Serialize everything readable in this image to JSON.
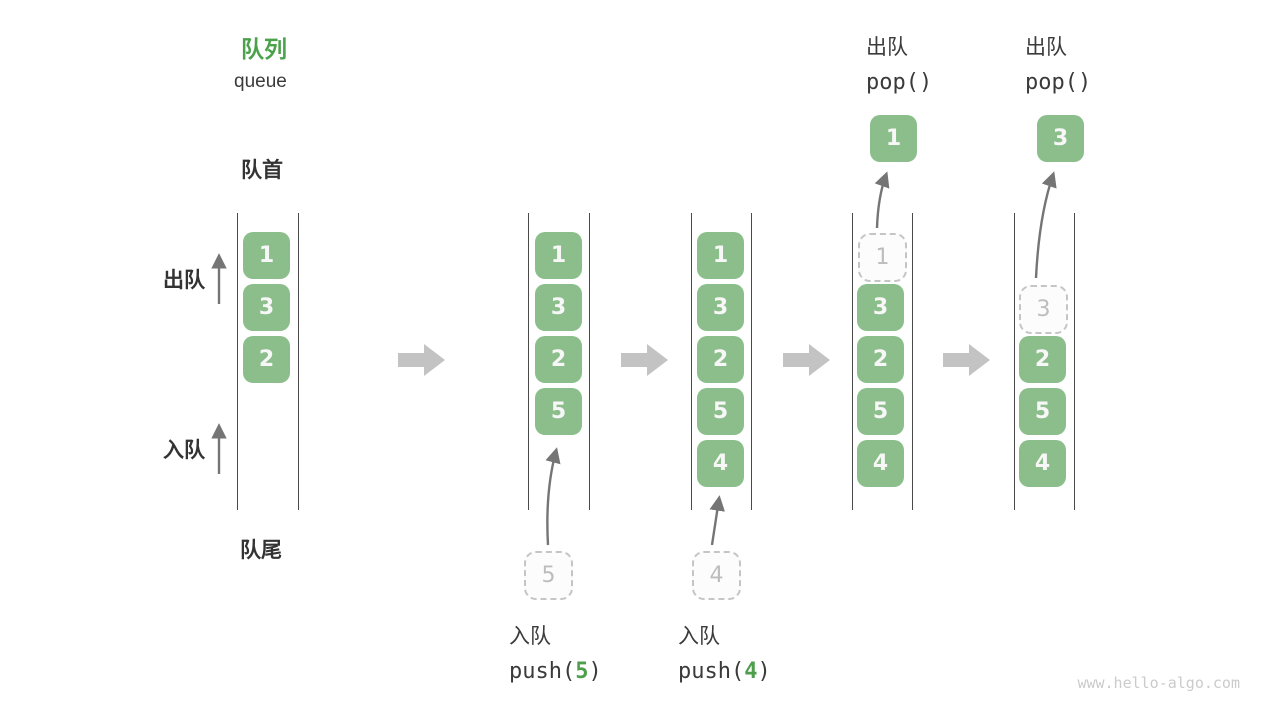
{
  "title": {
    "zh": "队列",
    "en": "queue"
  },
  "labels": {
    "front": "队首",
    "rear": "队尾",
    "dequeue": "出队",
    "enqueue": "入队"
  },
  "operations": {
    "pop": {
      "label": "出队",
      "code": "pop()"
    },
    "push5": {
      "label": "入队",
      "fn_open": "push(",
      "arg": "5",
      "fn_close": ")"
    },
    "push4": {
      "label": "入队",
      "fn_open": "push(",
      "arg": "4",
      "fn_close": ")"
    }
  },
  "columns": [
    {
      "items": [
        {
          "v": "1"
        },
        {
          "v": "3"
        },
        {
          "v": "2"
        }
      ]
    },
    {
      "items": [
        {
          "v": "1"
        },
        {
          "v": "3"
        },
        {
          "v": "2"
        },
        {
          "v": "5"
        }
      ],
      "incoming": "5"
    },
    {
      "items": [
        {
          "v": "1"
        },
        {
          "v": "3"
        },
        {
          "v": "2"
        },
        {
          "v": "5"
        },
        {
          "v": "4"
        }
      ],
      "incoming": "4"
    },
    {
      "items": [
        {
          "v": "1",
          "ghost": true
        },
        {
          "v": "3"
        },
        {
          "v": "2"
        },
        {
          "v": "5"
        },
        {
          "v": "4"
        }
      ],
      "popped": "1"
    },
    {
      "items": [
        {
          "v": "3",
          "ghost": true
        },
        {
          "v": "2"
        },
        {
          "v": "5"
        },
        {
          "v": "4"
        }
      ],
      "popped": "3"
    }
  ],
  "watermark": "www.hello-algo.com",
  "colors": {
    "item_green": "#8CBE8C",
    "title_green": "#4CA24C",
    "arg_green": "#4E9E4E",
    "block_arrow_gray": "#C3C3C3",
    "ghost_gray": "#BDBDBD",
    "wall_dark": "#4A4A4A",
    "thin_arrow_gray": "#757575"
  }
}
